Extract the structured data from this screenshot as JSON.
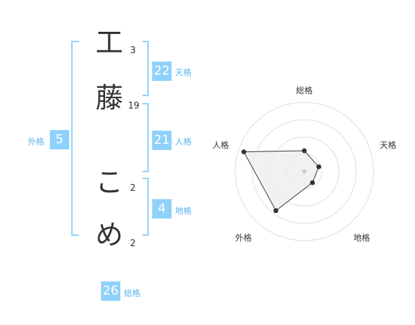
{
  "name": {
    "chars": [
      {
        "char": "工",
        "strokes": "3"
      },
      {
        "char": "藤",
        "strokes": "19"
      },
      {
        "char": "こ",
        "strokes": "2"
      },
      {
        "char": "め",
        "strokes": "2"
      }
    ]
  },
  "kaku": {
    "tenkaku": {
      "value": "22",
      "label": "天格"
    },
    "jinkaku": {
      "value": "21",
      "label": "人格"
    },
    "chikaku": {
      "value": "4",
      "label": "地格"
    },
    "gaikaku": {
      "value": "5",
      "label": "外格"
    },
    "soukaku": {
      "value": "26",
      "label": "総格"
    }
  },
  "chart_data": {
    "type": "radar",
    "axes": [
      "総格",
      "天格",
      "地格",
      "外格",
      "人格"
    ],
    "values": [
      0.3,
      0.22,
      0.2,
      0.7,
      0.92
    ],
    "max": 1,
    "rings": 4,
    "line_color": "#333333",
    "fill_color": "#eeeeee",
    "ring_color": "#dddddd",
    "accent_color": "#8fd1fb"
  }
}
